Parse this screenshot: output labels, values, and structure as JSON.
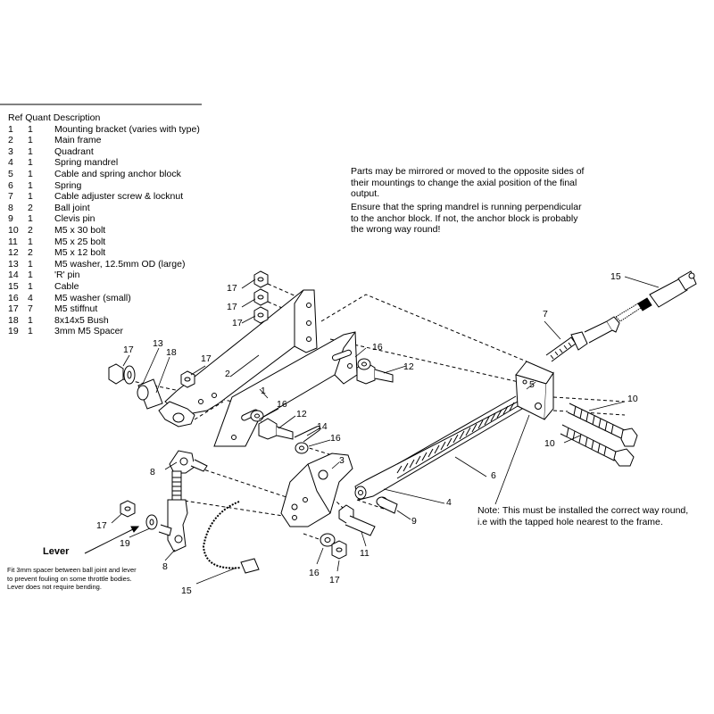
{
  "parts_table": {
    "header": "Ref Quant Description",
    "rows": [
      {
        "ref": "1",
        "qty": "1",
        "desc": "Mounting bracket (varies with type)"
      },
      {
        "ref": "2",
        "qty": "1",
        "desc": "Main frame"
      },
      {
        "ref": "3",
        "qty": "1",
        "desc": "Quadrant"
      },
      {
        "ref": "4",
        "qty": "1",
        "desc": "Spring mandrel"
      },
      {
        "ref": "5",
        "qty": "1",
        "desc": "Cable and spring anchor block"
      },
      {
        "ref": "6",
        "qty": "1",
        "desc": "Spring"
      },
      {
        "ref": "7",
        "qty": "1",
        "desc": "Cable adjuster screw & locknut"
      },
      {
        "ref": "8",
        "qty": "2",
        "desc": "Ball joint"
      },
      {
        "ref": "9",
        "qty": "1",
        "desc": "Clevis pin"
      },
      {
        "ref": "10",
        "qty": "2",
        "desc": "M5 x 30 bolt"
      },
      {
        "ref": "11",
        "qty": "1",
        "desc": "M5 x 25 bolt"
      },
      {
        "ref": "12",
        "qty": "2",
        "desc": "M5 x 12 bolt"
      },
      {
        "ref": "13",
        "qty": "1",
        "desc": "M5 washer, 12.5mm OD (large)"
      },
      {
        "ref": "14",
        "qty": "1",
        "desc": "'R' pin"
      },
      {
        "ref": "15",
        "qty": "1",
        "desc": "Cable"
      },
      {
        "ref": "16",
        "qty": "4",
        "desc": "M5 washer (small)"
      },
      {
        "ref": "17",
        "qty": "7",
        "desc": "M5 stiffnut"
      },
      {
        "ref": "18",
        "qty": "1",
        "desc": "8x14x5 Bush"
      },
      {
        "ref": "19",
        "qty": "1",
        "desc": "3mm M5 Spacer"
      }
    ]
  },
  "notes": {
    "mirror": "Parts may be mirrored or moved to the opposite sides of their mountings to change the axial position of the final output.",
    "anchor": "Ensure that the spring mandrel is running perpendicular to the anchor block.  If not, the anchor block is probably the wrong way round!",
    "install": "Note:  This must be installed the correct way round, i.e with the tapped hole nearest to the frame.",
    "lever": "Lever",
    "spacer": "Fit 3mm spacer between ball joint and lever to prevent fouling on some throttle bodies. Lever does not require bending."
  },
  "callouts": {
    "c1": "1",
    "c2": "2",
    "c3": "3",
    "c4": "4",
    "c5": "5",
    "c6": "6",
    "c7": "7",
    "c8a": "8",
    "c8b": "8",
    "c9": "9",
    "c10a": "10",
    "c10b": "10",
    "c11": "11",
    "c12a": "12",
    "c12b": "12",
    "c13": "13",
    "c14": "14",
    "c15a": "15",
    "c15b": "15",
    "c16a": "16",
    "c16b": "16",
    "c16c": "16",
    "c16d": "16",
    "c17a": "17",
    "c17b": "17",
    "c17c": "17",
    "c17d": "17",
    "c17e": "17",
    "c17f": "17",
    "c17g": "17",
    "c18": "18",
    "c19": "19"
  }
}
